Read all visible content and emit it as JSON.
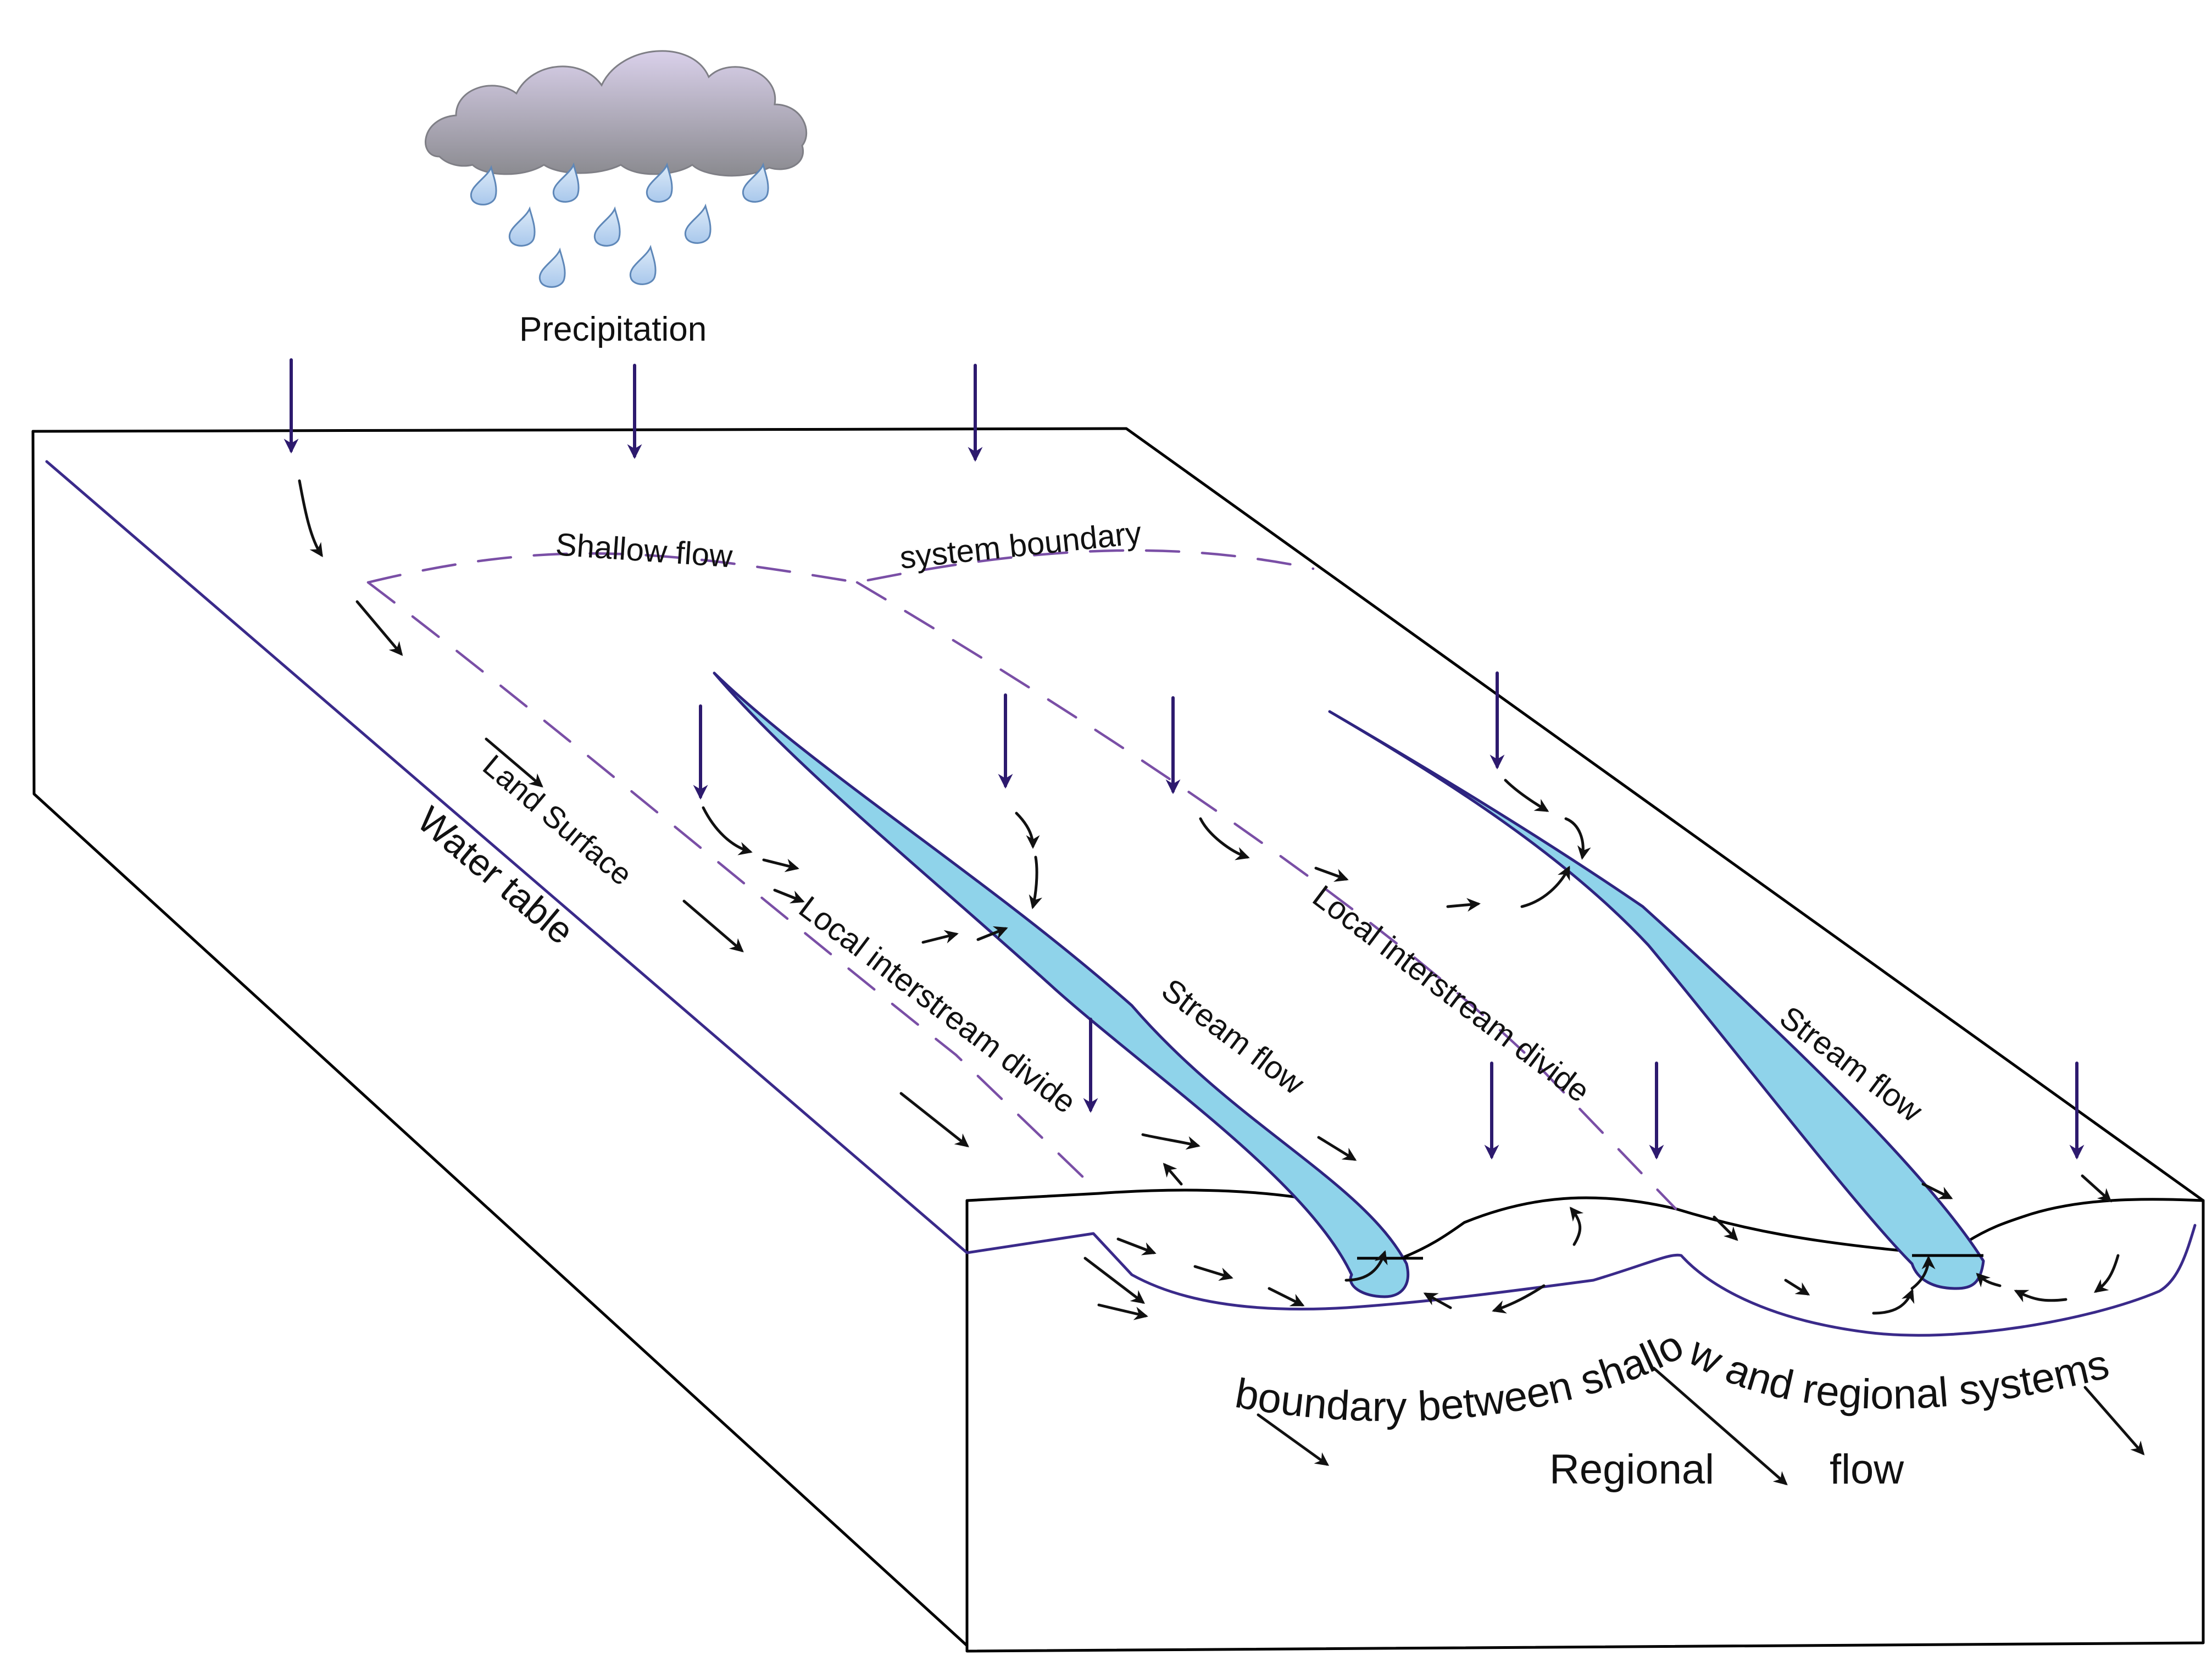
{
  "labels": {
    "precipitation": "Precipitation",
    "shallow_flow": "Shallow flow",
    "system_boundary": "system boundary",
    "land_surface": "Land Surface",
    "water_table": "Water table",
    "local_divide_1": "Local interstream divide",
    "local_divide_2": "Local interstream divide",
    "stream_flow_1": "Stream flow",
    "stream_flow_2": "Stream flow",
    "shallow_regional_boundary": "boundary between shallow and regional systems",
    "regional": "Regional",
    "flow": "flow"
  },
  "colors": {
    "cloud_top": "#d9d0ea",
    "cloud_bottom": "#8a8a8f",
    "raindrop": "#a9c8ec",
    "stream_water": "#8fd3ea",
    "water_table_line": "#3a2a8a",
    "boundary_dash": "#7a4fa6",
    "precip_arrow": "#2d1a6e",
    "flow_arrow": "#111111"
  },
  "icons": {
    "cloud": "rain-cloud-icon",
    "raindrop": "raindrop-icon"
  }
}
